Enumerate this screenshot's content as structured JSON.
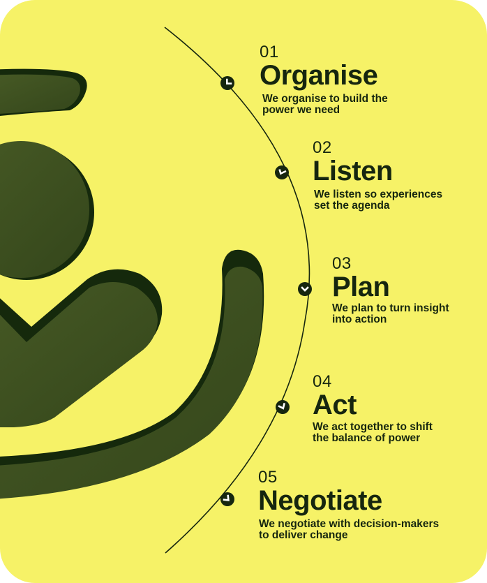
{
  "colors": {
    "background": "#f6f267",
    "text": "#16260f",
    "shape_fill": "#3f5120",
    "shape_shadow": "#15290c",
    "marker": "#16260f",
    "marker_glyph": "#ffffff"
  },
  "steps": [
    {
      "number": "01",
      "title": "Organise",
      "description": "We organise to build the\npower we need",
      "icon": "chevron-marker-icon"
    },
    {
      "number": "02",
      "title": "Listen",
      "description": "We listen so experiences\nset the agenda",
      "icon": "chevron-marker-icon"
    },
    {
      "number": "03",
      "title": "Plan",
      "description": "We plan to turn insight\ninto action",
      "icon": "chevron-marker-icon"
    },
    {
      "number": "04",
      "title": "Act",
      "description": "We act together to shift\nthe balance of power",
      "icon": "chevron-marker-icon"
    },
    {
      "number": "05",
      "title": "Negotiate",
      "description": "We negotiate with decision-makers\nto deliver change",
      "icon": "chevron-marker-icon"
    }
  ]
}
